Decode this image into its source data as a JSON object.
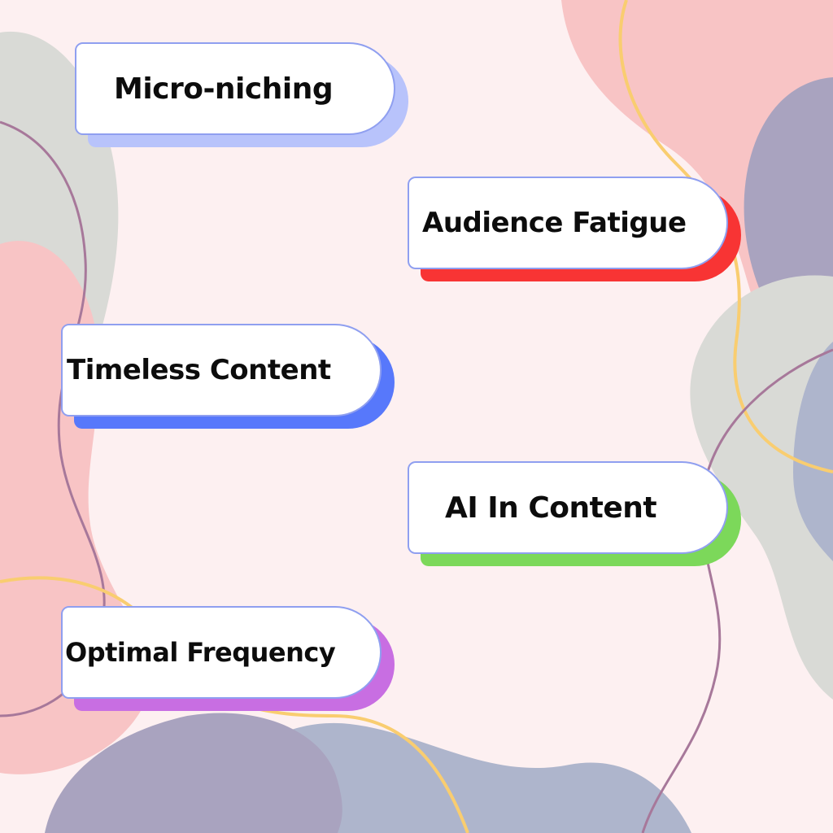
{
  "colors": {
    "background": "#fdf0f1",
    "pill_fill": "#ffffff",
    "pill_border": "#8f9ff0",
    "text": "#0c0c0c",
    "blob_pink": "#f8c4c5",
    "blob_gray": "#d9dad6",
    "blob_mauve": "#a9a3bf",
    "blob_blue_gray": "#aeb5cc",
    "wave_mauve": "#a7789a",
    "wave_yellow": "#f9cd70"
  },
  "topics": [
    {
      "label": "Micro-niching",
      "shadow_color": "#b8c3fb"
    },
    {
      "label": "Audience Fatigue",
      "shadow_color": "#f83434"
    },
    {
      "label": "Timeless Content",
      "shadow_color": "#5778fb"
    },
    {
      "label": "AI In Content",
      "shadow_color": "#7cd85a"
    },
    {
      "label": "Optimal Frequency",
      "shadow_color": "#c86ee2"
    }
  ]
}
